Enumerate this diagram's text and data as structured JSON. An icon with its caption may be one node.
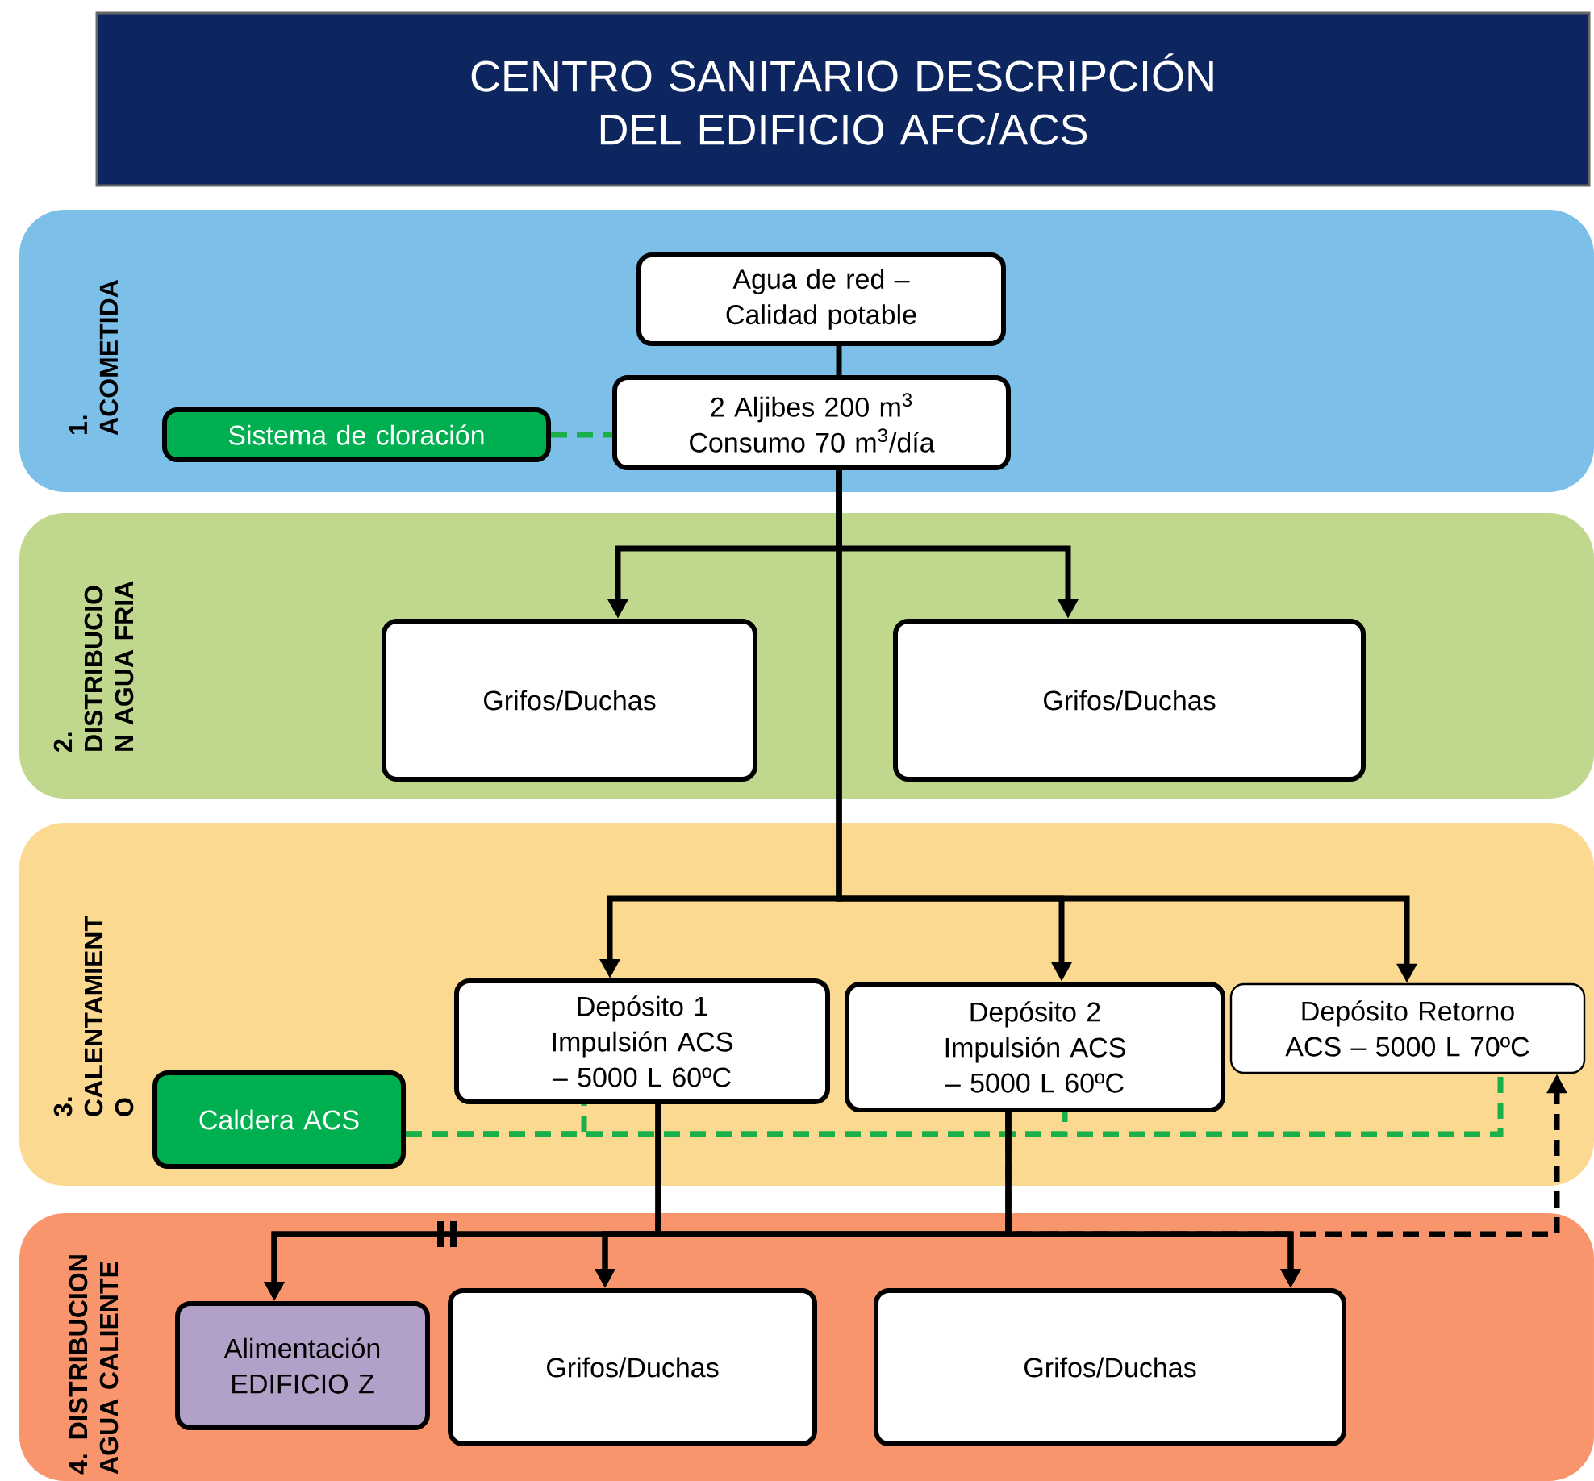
{
  "diagram": {
    "title": "CENTRO SANITARIO DESCRIPCIÓN DEL EDIFICIO AFC/ACS",
    "nodes": [
      {
        "text": [
          "1. ACOMETIDA"
        ]
      },
      {
        "text": [
          "Agua de red – Calidad potable"
        ],
        "in": 0
      },
      {
        "text": [
          "2 Aljibes 200 m$^{3}$ Consumo 70 m$^{3}$/día"
        ],
        "in": 0
      },
      {
        "text": [
          "Sistema de cloración"
        ],
        "in": 0
      },
      {
        "text": [
          "2. DISTRIBUCIO N AGUA FRIA"
        ]
      },
      {
        "text": [
          "Grifos/Duchas"
        ],
        "in": 4
      },
      {
        "text": [
          "Grifos/Duchas"
        ],
        "in": 4
      },
      {
        "text": [
          "3. CALENTAMIENT O"
        ]
      },
      {
        "text": [
          "Depósito 1 Impulsión ACS – 5000 L 60ºC"
        ],
        "in": 7
      },
      {
        "text": [
          "Depósito 2 Impulsión ACS – 5000 L 60ºC"
        ],
        "in": 7
      },
      {
        "text": [
          "Depósito Retorno ACS – 5000 L 70ºC"
        ],
        "in": 7
      },
      {
        "text": [
          "Caldera ACS"
        ],
        "in": 7
      },
      {
        "text": [
          "4. DISTRIBUCION AGUA CALIENTE"
        ]
      },
      {
        "text": [
          "Alimentación EDIFICIO Z"
        ],
        "in": 12
      },
      {
        "text": [
          "Grifos/Duchas"
        ],
        "in": 12
      },
      {
        "text": [
          "Grifos/Duchas"
        ],
        "in": 12
      }
    ],
    "edges": [
      {
        "from": 1,
        "to": 2,
        "arrow": "none"
      },
      {
        "from": 3,
        "to": 2,
        "arrow": "none",
        "style": "dashed",
        "color": "#19b04b"
      },
      {
        "from": 2,
        "to": 5,
        "arrow": "to"
      },
      {
        "from": 2,
        "to": 6,
        "arrow": "to"
      },
      {
        "from": 2,
        "to": 8,
        "arrow": "to"
      },
      {
        "from": 2,
        "to": 9,
        "arrow": "to"
      },
      {
        "from": 2,
        "to": 10,
        "arrow": "to"
      },
      {
        "from": 11,
        "to": 8,
        "arrow": "none",
        "style": "dashed",
        "color": "#19b04b"
      },
      {
        "from": 11,
        "to": 9,
        "arrow": "none",
        "style": "dashed",
        "color": "#19b04b"
      },
      {
        "from": 11,
        "to": 10,
        "arrow": "none",
        "style": "dashed",
        "color": "#19b04b"
      },
      {
        "from": 8,
        "to": 13,
        "arrow": "to"
      },
      {
        "from": 8,
        "to": 14,
        "arrow": "to"
      },
      {
        "from": 8,
        "to": 15,
        "arrow": "to"
      },
      {
        "from": 9,
        "to": 13,
        "arrow": "to"
      },
      {
        "from": 9,
        "to": 14,
        "arrow": "to"
      },
      {
        "from": 9,
        "to": 15,
        "arrow": "to"
      },
      {
        "from": 9,
        "to": 10,
        "arrow": "to",
        "style": "dashed"
      }
    ]
  }
}
